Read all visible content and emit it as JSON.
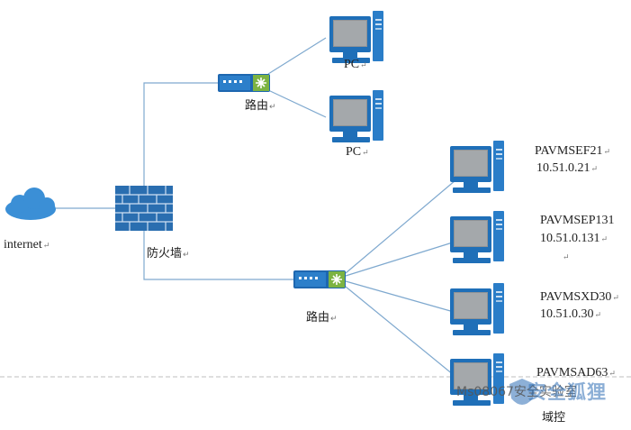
{
  "nodes": {
    "internet": {
      "label": "internet"
    },
    "firewall": {
      "label": "防火墙"
    },
    "router_top": {
      "label": "路由"
    },
    "router_bottom": {
      "label": "路由"
    },
    "pc_1": {
      "label": "PC"
    },
    "pc_2": {
      "label": "PC"
    },
    "server_1": {
      "name": "PAVMSEF21",
      "ip": "10.51.0.21"
    },
    "server_2": {
      "name": "PAVMSEP131",
      "ip": "10.51.0.131"
    },
    "server_3": {
      "name": "PAVMSXD30",
      "ip": "10.51.0.30"
    },
    "server_4": {
      "name": "PAVMSAD63",
      "role": "域控"
    }
  },
  "paragraph_mark": "↵",
  "watermark": {
    "text": "Ms08067安全实验室",
    "brand": "安全狐狸"
  },
  "colors": {
    "line": "#7fa9cf",
    "device": "#1f7dc4",
    "firewall": "#2a6eb0",
    "cloud": "#3b8fd6"
  }
}
